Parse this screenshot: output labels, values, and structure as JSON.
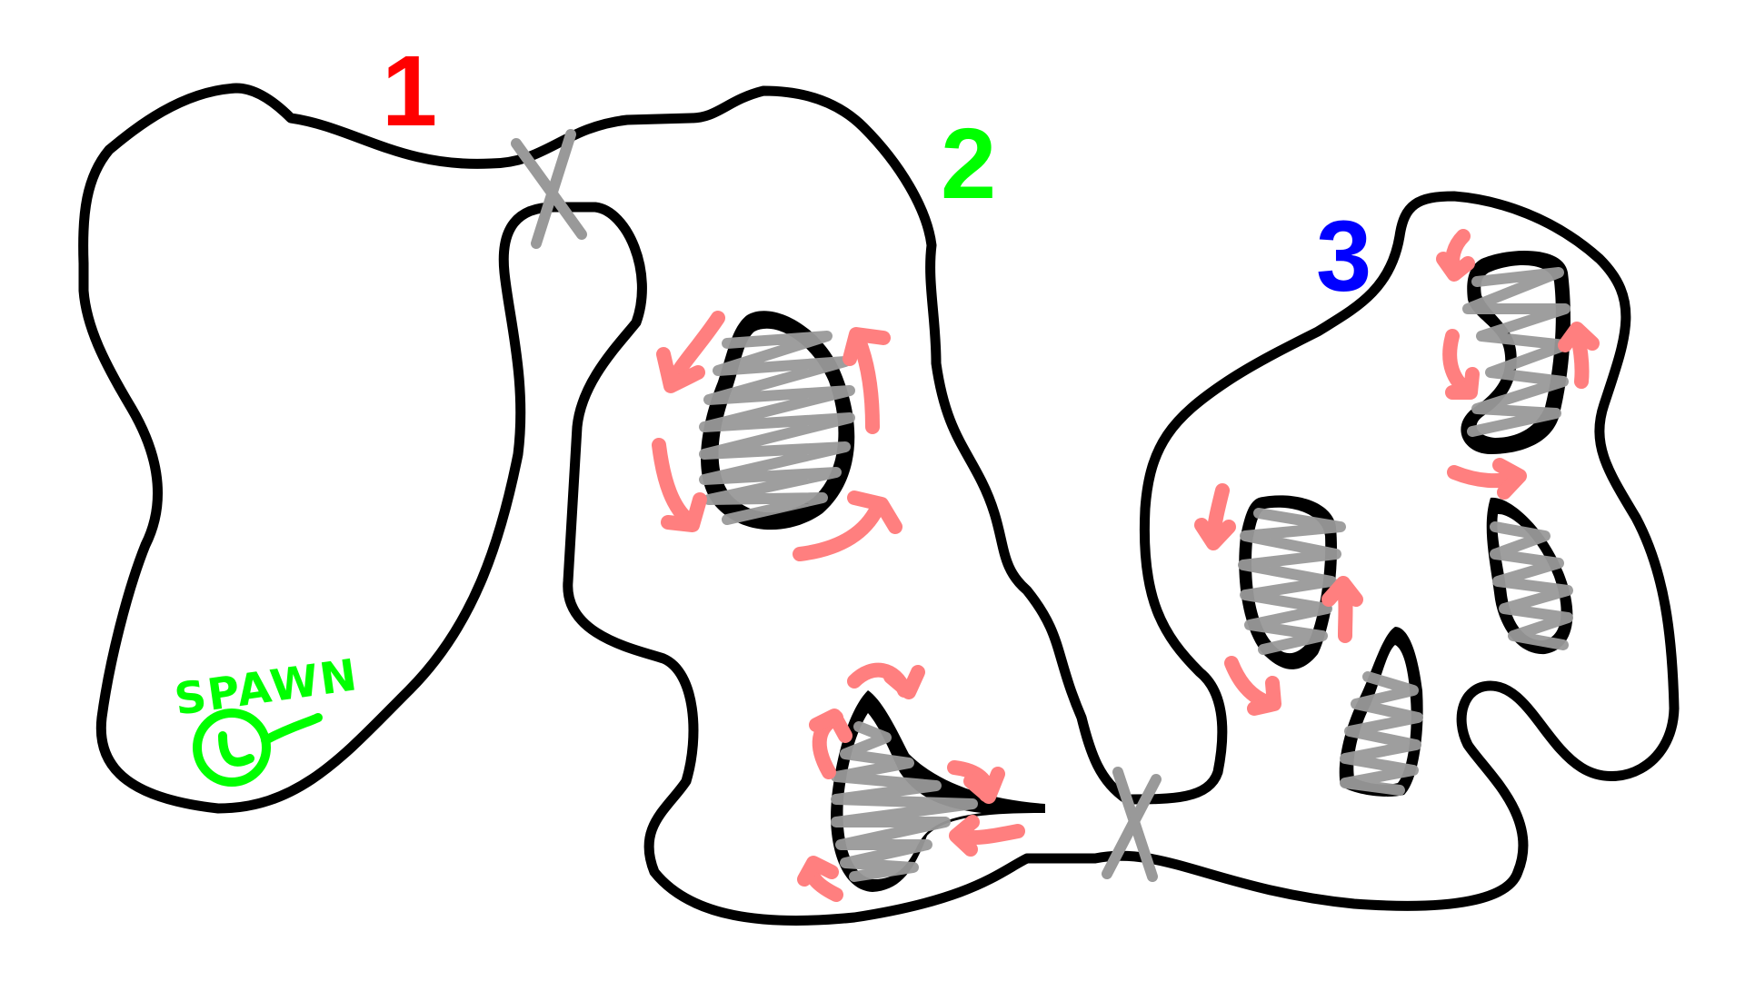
{
  "zones": [
    {
      "id": "zone-1",
      "label": "1",
      "color": "#ff0000"
    },
    {
      "id": "zone-2",
      "label": "2",
      "color": "#00ff00"
    },
    {
      "id": "zone-3",
      "label": "3",
      "color": "#0000ff"
    }
  ],
  "spawn": {
    "label": "SPAWN",
    "color": "#00ff00"
  },
  "colors": {
    "outline": "#000000",
    "blocked_gate": "#999999",
    "hatch": "#999999",
    "flow_arrow": "#ff7f7f"
  },
  "icons": {
    "gate": "x-mark-icon",
    "spawn": "spawn-point-icon",
    "flow": "curved-arrow-icon"
  }
}
